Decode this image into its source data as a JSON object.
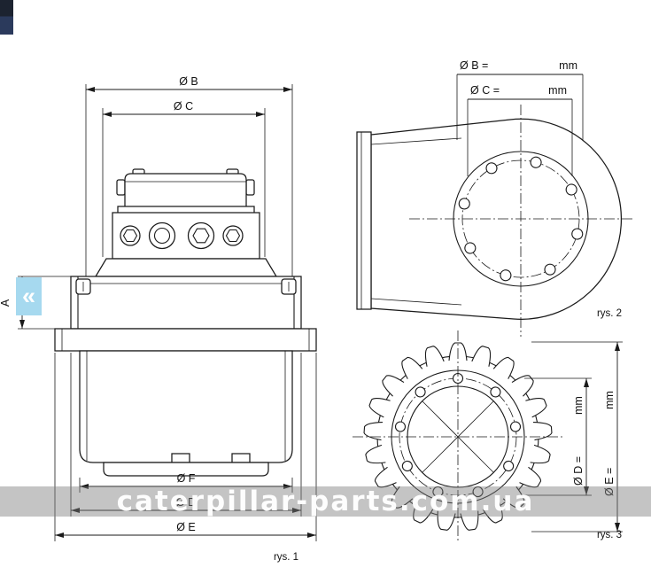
{
  "watermark": {
    "text": "caterpillar-parts.com.ua"
  },
  "carousel": {
    "prev_label": "«"
  },
  "fig1": {
    "caption": "rys. 1",
    "dim_a": "A",
    "dim_b": "Ø B",
    "dim_c": "Ø C",
    "dim_f": "Ø F",
    "dim_d": "Ø D",
    "dim_e": "Ø E"
  },
  "fig2": {
    "caption": "rys. 2",
    "dim_b": "Ø B =",
    "dim_b_unit": "mm",
    "dim_c": "Ø C =",
    "dim_c_unit": "mm"
  },
  "fig3": {
    "caption": "rys. 3",
    "dim_d": "Ø D =",
    "dim_d_unit": "mm",
    "dim_e": "Ø E =",
    "dim_e_unit": "mm"
  }
}
